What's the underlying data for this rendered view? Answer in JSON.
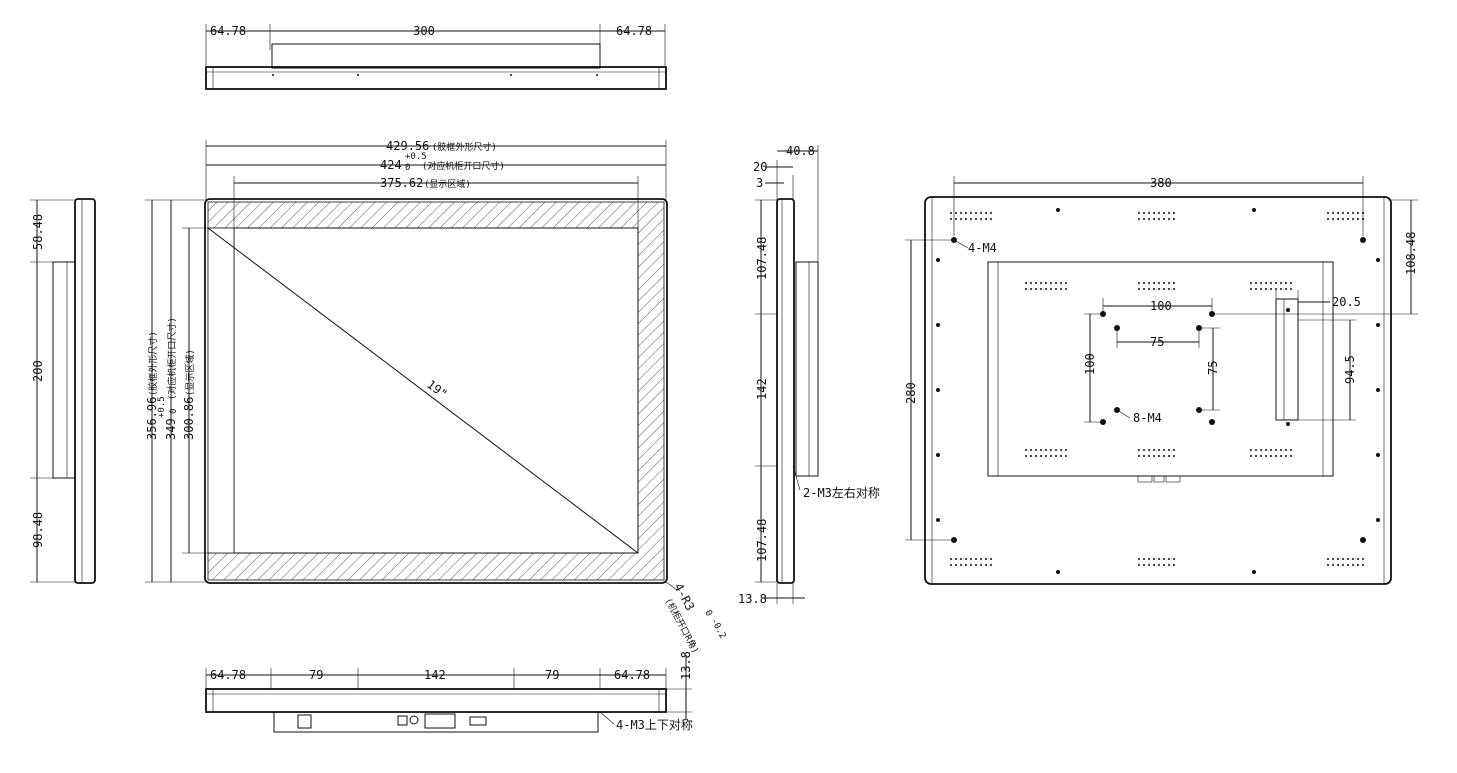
{
  "top_view": {
    "dim_left": "64.78",
    "dim_mid": "300",
    "dim_right": "64.78"
  },
  "front_view": {
    "width_outer": "429.56",
    "width_outer_note": "(胶框外形尺寸)",
    "width_cutout": "424",
    "width_cutout_tol_upper": "+0.5",
    "width_cutout_tol_lower": "0",
    "width_cutout_note": "(对应机柜开口尺寸)",
    "width_display": "375.62",
    "width_display_note": "(显示区域)",
    "height_outer": "356.96",
    "height_outer_note": "(胶框外形尺寸)",
    "height_cutout": "349",
    "height_cutout_tol_upper": "+0.5",
    "height_cutout_tol_lower": "0",
    "height_cutout_note": "(对应机柜开口尺寸)",
    "height_display": "300.86",
    "height_display_note": "(显示区域)",
    "diagonal": "19\"",
    "corner_radius": "4-R3",
    "corner_radius_tol_upper": "0",
    "corner_radius_tol_lower": "-0.2",
    "corner_radius_note": "(机柜开口R角)"
  },
  "left_view": {
    "dim_top": "58.48",
    "dim_mid": "200",
    "dim_bottom": "98.48"
  },
  "side_view": {
    "depth_total": "40.8",
    "depth_a": "20",
    "depth_b": "3",
    "dim_top": "107.48",
    "dim_mid": "142",
    "dim_bottom": "107.48",
    "screw_note": "2-M3左右对称",
    "bezel_depth": "13.8"
  },
  "bottom_view": {
    "dims": [
      "64.78",
      "79",
      "142",
      "79",
      "64.78"
    ],
    "height": "13.8",
    "screw_note": "4-M3上下对称"
  },
  "rear_view": {
    "width_holes": "380",
    "height_holes": "280",
    "offset_right": "108.48",
    "mount_note": "4-M4",
    "vesa_100": "100",
    "vesa_75_h": "75",
    "vesa_75_v": "75",
    "vesa_100_v": "100",
    "vesa_note": "8-M4",
    "offset_20_5": "20.5",
    "dim_94_5": "94.5"
  }
}
